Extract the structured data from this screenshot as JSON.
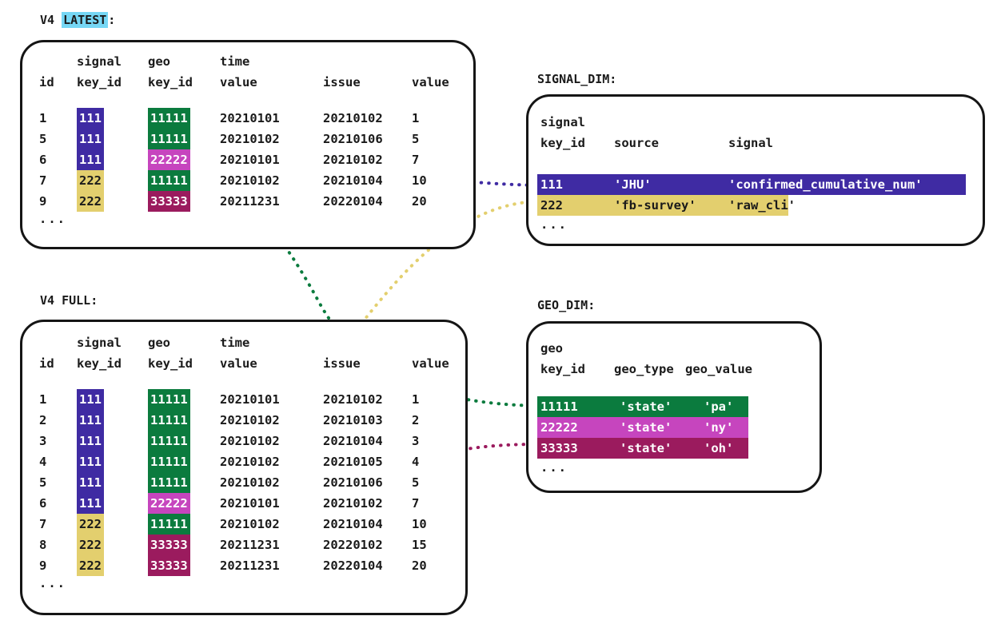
{
  "palette": {
    "signal_111": "#3f2ba3",
    "signal_222": "#e3cf6e",
    "geo_11111": "#0b7b3e",
    "geo_22222": "#c645be",
    "geo_33333": "#9b1b5e",
    "latest_highlight": "#76d7f5",
    "outline": "#151515",
    "text": "#1a1a1a"
  },
  "captions": {
    "latest_prefix": "V4 ",
    "latest_highlight": "LATEST",
    "latest_suffix": ":",
    "full": "V4 FULL:",
    "signal_dim": "SIGNAL_DIM:",
    "geo_dim": "GEO_DIM:"
  },
  "fact_table": {
    "header_top": [
      "",
      "signal",
      "geo",
      "time",
      "",
      ""
    ],
    "header_bottom": [
      "id",
      "key_id",
      "key_id",
      "value",
      "issue",
      "value"
    ],
    "ellipsis": "..."
  },
  "latest_rows": [
    {
      "id": "1",
      "signal_key_id": "111",
      "geo_key_id": "11111",
      "time_value": "20210101",
      "issue": "20210102",
      "value": "1"
    },
    {
      "id": "5",
      "signal_key_id": "111",
      "geo_key_id": "11111",
      "time_value": "20210102",
      "issue": "20210106",
      "value": "5"
    },
    {
      "id": "6",
      "signal_key_id": "111",
      "geo_key_id": "22222",
      "time_value": "20210101",
      "issue": "20210102",
      "value": "7"
    },
    {
      "id": "7",
      "signal_key_id": "222",
      "geo_key_id": "11111",
      "time_value": "20210102",
      "issue": "20210104",
      "value": "10"
    },
    {
      "id": "9",
      "signal_key_id": "222",
      "geo_key_id": "33333",
      "time_value": "20211231",
      "issue": "20220104",
      "value": "20"
    }
  ],
  "full_rows": [
    {
      "id": "1",
      "signal_key_id": "111",
      "geo_key_id": "11111",
      "time_value": "20210101",
      "issue": "20210102",
      "value": "1"
    },
    {
      "id": "2",
      "signal_key_id": "111",
      "geo_key_id": "11111",
      "time_value": "20210102",
      "issue": "20210103",
      "value": "2"
    },
    {
      "id": "3",
      "signal_key_id": "111",
      "geo_key_id": "11111",
      "time_value": "20210102",
      "issue": "20210104",
      "value": "3"
    },
    {
      "id": "4",
      "signal_key_id": "111",
      "geo_key_id": "11111",
      "time_value": "20210102",
      "issue": "20210105",
      "value": "4"
    },
    {
      "id": "5",
      "signal_key_id": "111",
      "geo_key_id": "11111",
      "time_value": "20210102",
      "issue": "20210106",
      "value": "5"
    },
    {
      "id": "6",
      "signal_key_id": "111",
      "geo_key_id": "22222",
      "time_value": "20210101",
      "issue": "20210102",
      "value": "7"
    },
    {
      "id": "7",
      "signal_key_id": "222",
      "geo_key_id": "11111",
      "time_value": "20210102",
      "issue": "20210104",
      "value": "10"
    },
    {
      "id": "8",
      "signal_key_id": "222",
      "geo_key_id": "33333",
      "time_value": "20211231",
      "issue": "20220102",
      "value": "15"
    },
    {
      "id": "9",
      "signal_key_id": "222",
      "geo_key_id": "33333",
      "time_value": "20211231",
      "issue": "20220104",
      "value": "20"
    }
  ],
  "signal_dim": {
    "header_top": "signal",
    "headers": [
      "key_id",
      "source",
      "signal"
    ],
    "rows": [
      {
        "key_id": "111",
        "source": "'JHU'",
        "signal": "'confirmed_cumulative_num'"
      },
      {
        "key_id": "222",
        "source": "'fb-survey'",
        "signal": "'raw_cli'"
      }
    ],
    "ellipsis": "..."
  },
  "geo_dim": {
    "header_top": "geo",
    "headers": [
      "key_id",
      "geo_type",
      "geo_value"
    ],
    "rows": [
      {
        "key_id": "11111",
        "geo_type": "'state'",
        "geo_value": "'pa'"
      },
      {
        "key_id": "22222",
        "geo_type": "'state'",
        "geo_value": "'ny'"
      },
      {
        "key_id": "33333",
        "geo_type": "'state'",
        "geo_value": "'oh'"
      }
    ],
    "ellipsis": "..."
  },
  "connectors": [
    {
      "name": "latest-signal-111-to-signal-dim-111",
      "color": "#3f2ba3"
    },
    {
      "name": "latest-geo-11111-to-geo-dim-11111",
      "color": "#0b7b3e"
    },
    {
      "name": "full-signal-222-to-signal-dim-222",
      "color": "#e3cf6e"
    },
    {
      "name": "full-geo-33333-to-geo-dim-33333",
      "color": "#9b1b5e"
    }
  ]
}
